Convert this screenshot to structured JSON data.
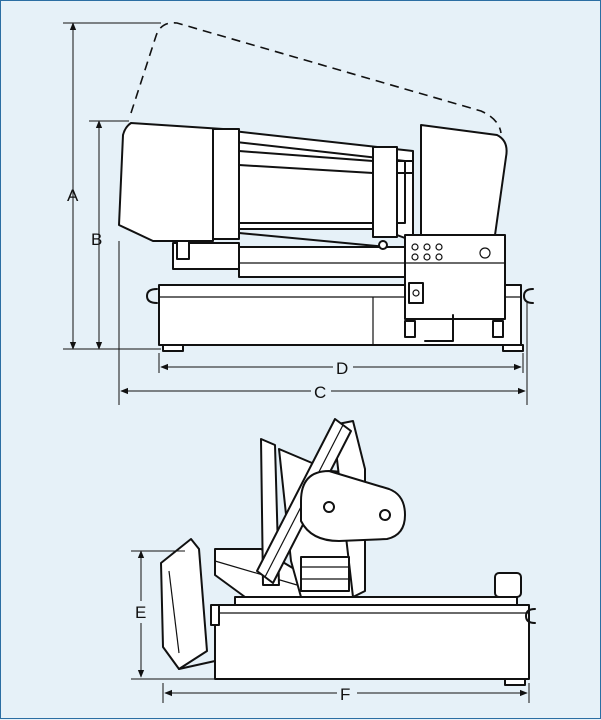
{
  "dimensions": {
    "A": "A",
    "B": "B",
    "C": "C",
    "D": "D",
    "E": "E",
    "F": "F"
  },
  "colors": {
    "background": "#e6f1f8",
    "border": "#2b6ea3",
    "line": "#111111",
    "body_fill": "#ffffff"
  }
}
